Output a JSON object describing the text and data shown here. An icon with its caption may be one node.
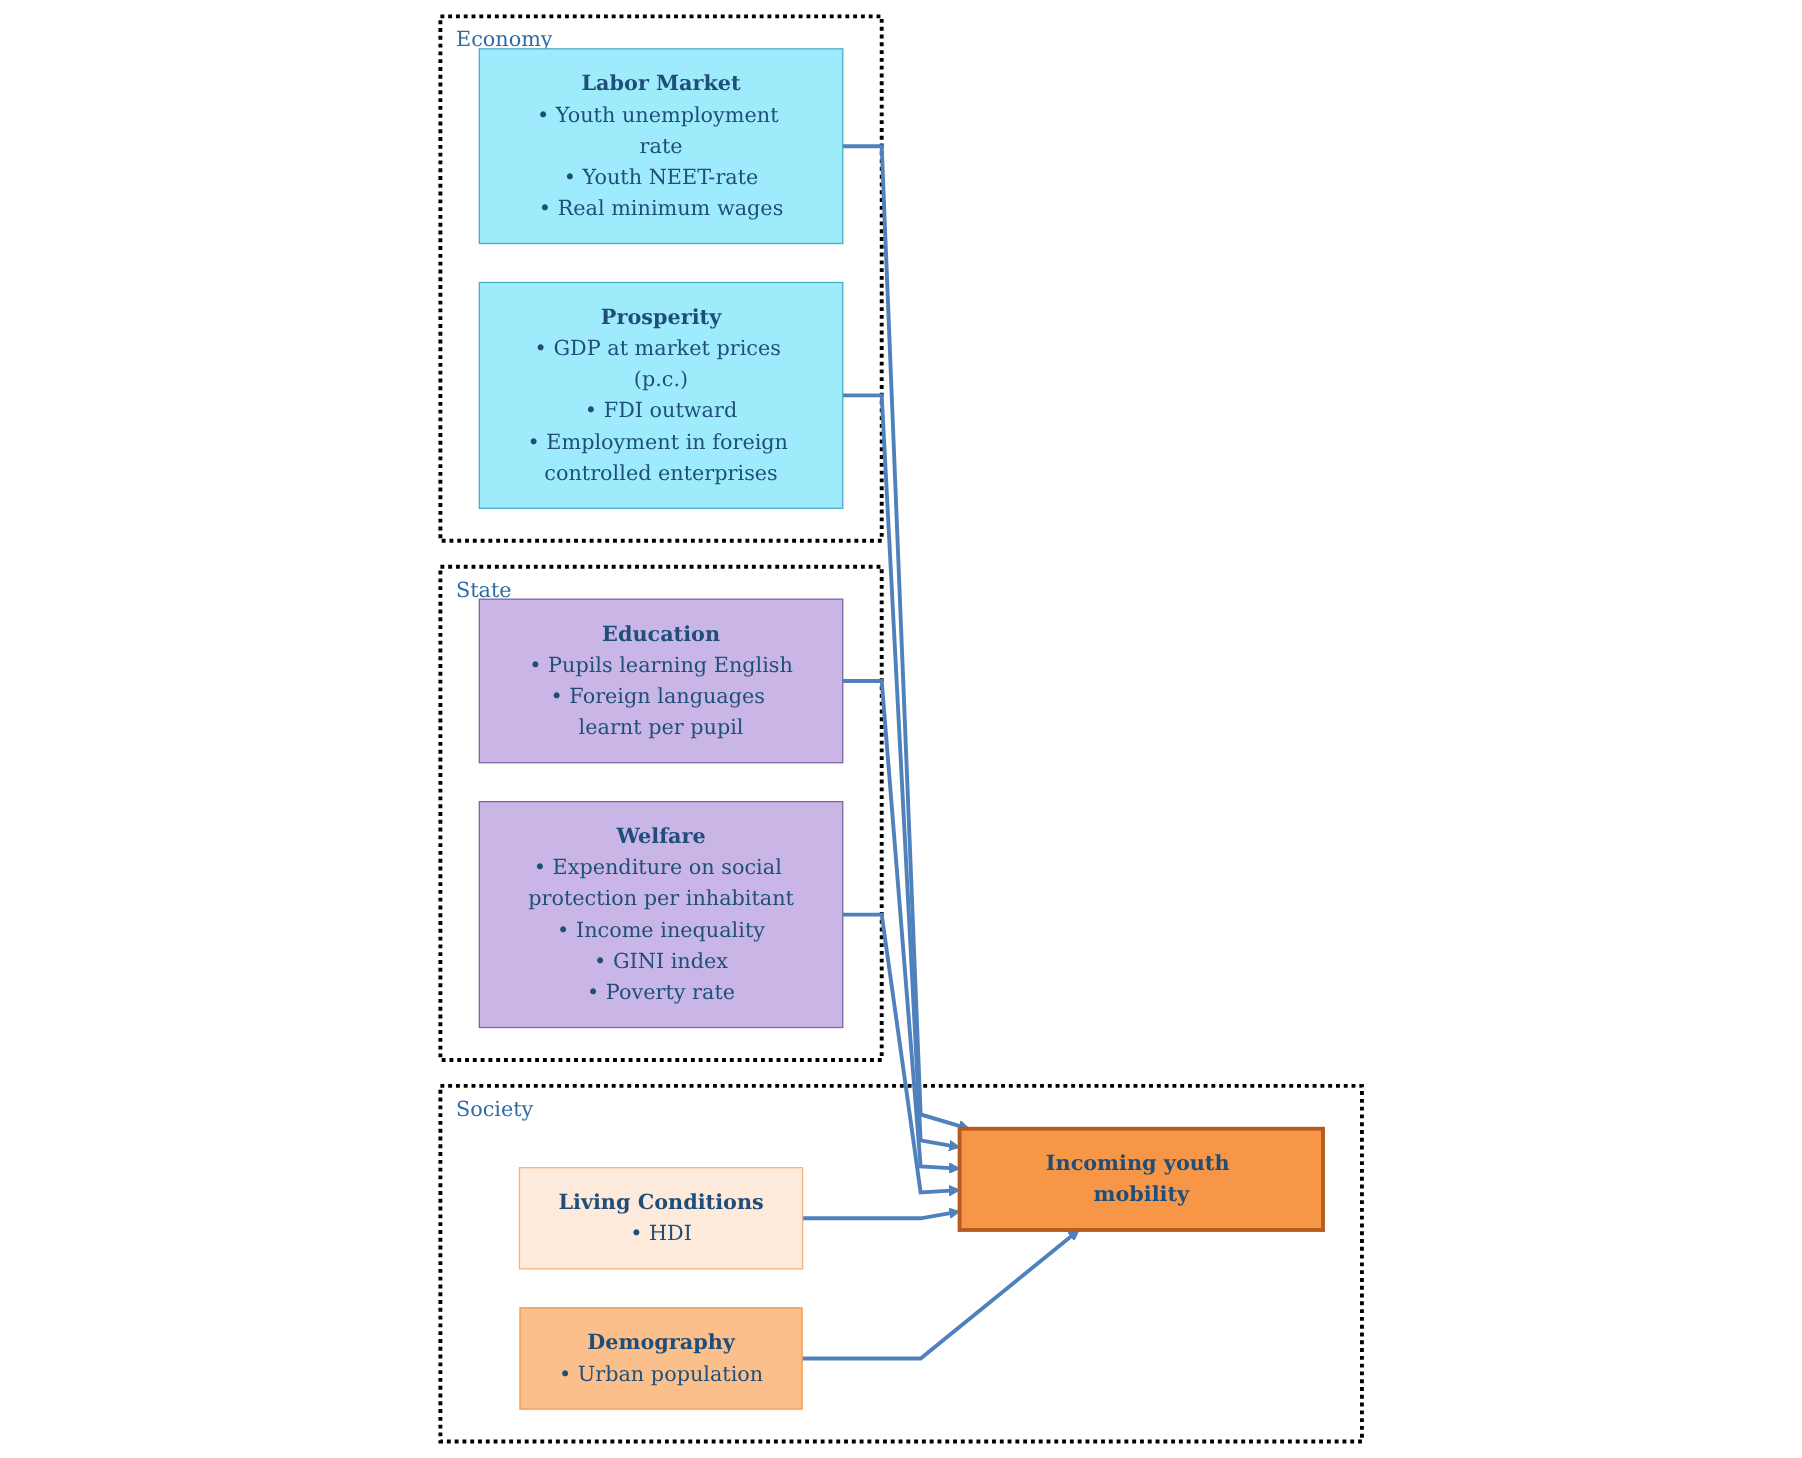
{
  "diagram": {
    "nodes": [
      {
        "text": [
          "Economy"
        ]
      },
      {
        "text": [
          "Labor Market",
          "• Youth unemployment rate",
          "• Youth NEET-rate",
          "• Real minimum wages"
        ],
        "in": 0
      },
      {
        "text": [
          "Prosperity",
          "• GDP at market prices (p.c.)",
          "• FDI outward",
          "• Employment in foreign controlled enterprises"
        ],
        "in": 0
      },
      {
        "text": [
          "State"
        ]
      },
      {
        "text": [
          "Education",
          "• Pupils learning English",
          "• Foreign languages learnt per pupil"
        ],
        "in": 3
      },
      {
        "text": [
          "Welfare",
          "• Expenditure on social protection per inhabitant",
          "• Income inequality",
          "• GINI index",
          "• Poverty rate"
        ],
        "in": 3
      },
      {
        "text": [
          "Society"
        ]
      },
      {
        "text": [
          "Living Conditions",
          "• HDI"
        ],
        "in": 6
      },
      {
        "text": [
          "Incoming youth mobility"
        ],
        "in": 6
      },
      {
        "text": [
          "Demography",
          "• Urban population"
        ],
        "in": 6
      }
    ],
    "edges": [
      {
        "from": 1,
        "to": 8,
        "arrow": "to",
        "color": "#4f81bd"
      },
      {
        "from": 2,
        "to": 8,
        "arrow": "to",
        "color": "#4f81bd"
      },
      {
        "from": 4,
        "to": 8,
        "arrow": "to",
        "color": "#4f81bd"
      },
      {
        "from": 5,
        "to": 8,
        "arrow": "to",
        "color": "#4f81bd"
      },
      {
        "from": 7,
        "to": 8,
        "arrow": "to",
        "color": "#4f81bd"
      },
      {
        "from": 9,
        "to": 8,
        "arrow": "to",
        "color": "#4f81bd"
      }
    ]
  }
}
